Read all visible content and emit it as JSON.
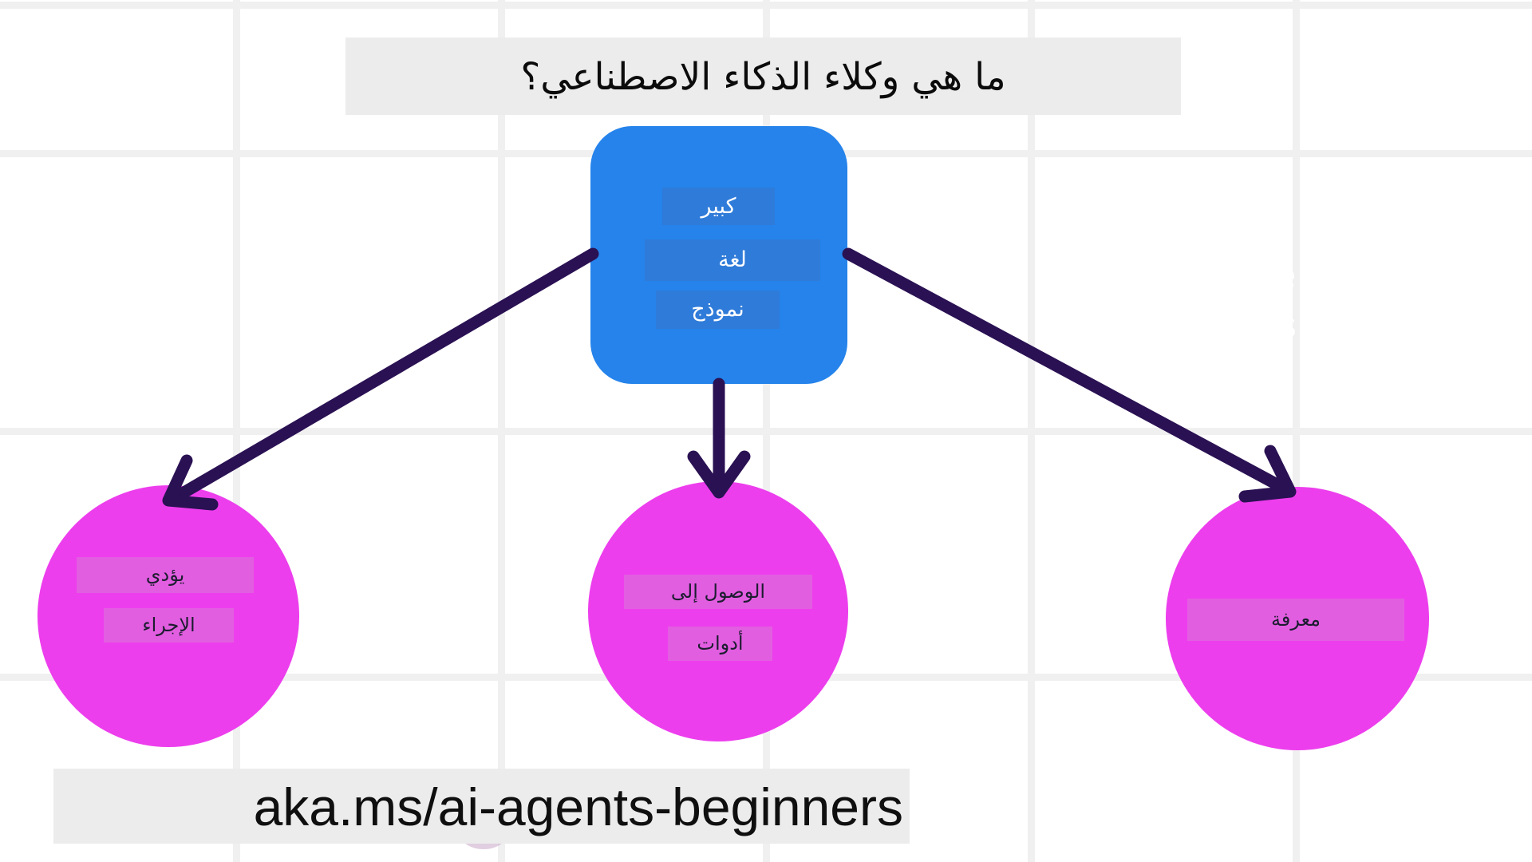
{
  "title": {
    "text": "ما هي وكلاء الذكاء الاصطناعي؟"
  },
  "llm_box": {
    "words": [
      "كبير",
      "لغة",
      "نموذج"
    ]
  },
  "circles": [
    {
      "name": "action",
      "lines": [
        "يؤدي",
        "الإجراء"
      ]
    },
    {
      "name": "tools",
      "lines": [
        "الوصول إلى",
        "أدوات"
      ]
    },
    {
      "name": "knowledge",
      "lines": [
        "معرفة"
      ]
    }
  ],
  "footer": {
    "url": "aka.ms/ai-agents-beginners"
  },
  "artifacts": {
    "stray_letter": "e",
    "stray_mark": "s"
  },
  "colors": {
    "llm_box": "#2583eb",
    "llm_box_highlight": "#2f7bd9",
    "circle": "#ed3eed",
    "circle_highlight": "#e25ee0",
    "arrow": "#2a1153",
    "banner": "#ececec",
    "gridline": "#f0f0f1"
  }
}
